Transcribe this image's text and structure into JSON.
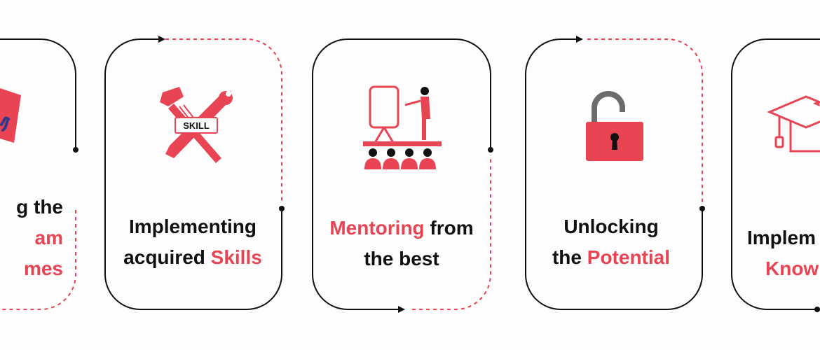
{
  "colors": {
    "accent": "#e84454",
    "text": "#111111",
    "line": "#111111",
    "icon_gray": "#6b6b6b"
  },
  "steps": [
    {
      "icon": "pencil-paper-icon",
      "line1_pre": "",
      "line1_hl": "",
      "line1_post": "g the",
      "line2_pre": "",
      "line2_hl": "am",
      "line2_post": "",
      "line3_pre": "",
      "line3_hl": "mes",
      "line3_post": ""
    },
    {
      "icon": "skill-tools-icon",
      "badge": "SKILL",
      "line1_pre": "Implementing",
      "line1_hl": "",
      "line1_post": "",
      "line2_pre": "acquired ",
      "line2_hl": "Skills",
      "line2_post": ""
    },
    {
      "icon": "presentation-mentor-icon",
      "line1_pre": "",
      "line1_hl": "Mentoring",
      "line1_post": " from",
      "line2_pre": "the best",
      "line2_hl": "",
      "line2_post": ""
    },
    {
      "icon": "unlocked-padlock-icon",
      "line1_pre": "Unlocking",
      "line1_hl": "",
      "line1_post": "",
      "line2_pre": "the ",
      "line2_hl": "Potential",
      "line2_post": ""
    },
    {
      "icon": "graduation-cap-icon",
      "line1_pre": "Implem",
      "line1_hl": "",
      "line1_post": "",
      "line2_pre": "",
      "line2_hl": "Know",
      "line2_post": ""
    }
  ]
}
